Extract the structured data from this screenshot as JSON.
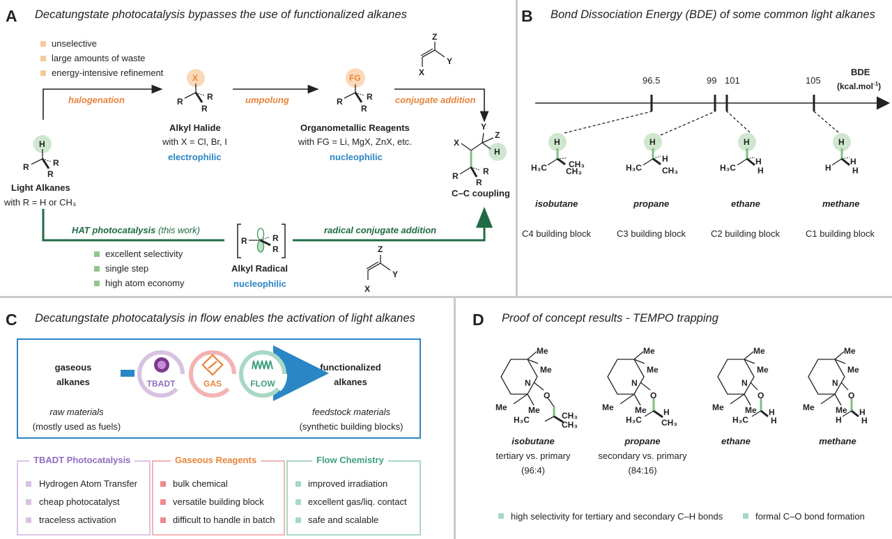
{
  "panel_a": {
    "label": "A",
    "title": "Decatungstate photocatalysis bypasses the use of functionalized alkanes",
    "drawbacks": [
      "unselective",
      "large amounts of waste",
      "energy-intensive refinement"
    ],
    "step_halogenation": "halogenation",
    "step_umpolung": "umpolung",
    "step_conjugate": "conjugate addition",
    "step_hat_bold": "HAT photocatalysis",
    "step_hat_rest": " (this work)",
    "step_radical": "radical conjugate addition",
    "light_alkanes": "Light Alkanes",
    "light_alkanes_sub": "with R = H or CH₃",
    "alkyl_halide": "Alkyl Halide",
    "alkyl_halide_sub": "with X = Cl, Br, I",
    "electrophilic": "electrophilic",
    "organometallic": "Organometallic Reagents",
    "organometallic_sub": "with FG = Li, MgX, ZnX, etc.",
    "nucleophilic": "nucleophilic",
    "alkyl_radical": "Alkyl Radical",
    "radical_nucleophilic": "nucleophilic",
    "cc_coupling": "C–C coupling",
    "advantages": [
      "excellent selectivity",
      "single step",
      "high atom economy"
    ]
  },
  "panel_b": {
    "label": "B",
    "title": "Bond Dissociation Energy (BDE) of some common light alkanes",
    "axis_label": "BDE",
    "axis_unit": "(kcal.mol",
    "axis_unit_sup": "-1",
    "axis_unit_close": ")",
    "ticks": [
      "96.5",
      "99",
      "101",
      "105"
    ],
    "alkanes": [
      {
        "name": "isobutane",
        "block": "C4 building block"
      },
      {
        "name": "propane",
        "block": "C3 building block"
      },
      {
        "name": "ethane",
        "block": "C2 building block"
      },
      {
        "name": "methane",
        "block": "C1 building block"
      }
    ]
  },
  "panel_c": {
    "label": "C",
    "title": "Decatungstate photocatalysis in flow enables the activation of light alkanes",
    "gaseous_1": "gaseous",
    "gaseous_2": "alkanes",
    "raw_materials": "raw materials",
    "raw_materials_sub": "(mostly used as fuels)",
    "functionalized_1": "functionalized",
    "functionalized_2": "alkanes",
    "feedstock": "feedstock materials",
    "feedstock_sub": "(synthetic building blocks)",
    "circle_tbadt": "TBADT",
    "circle_gas": "GAS",
    "circle_flow": "FLOW",
    "boxes": [
      {
        "title": "TBADT Photocatalysis",
        "items": [
          "Hydrogen Atom Transfer",
          "cheap photocatalyst",
          "traceless activation"
        ]
      },
      {
        "title": "Gaseous Reagents",
        "items": [
          "bulk chemical",
          "versatile building block",
          "difficult to handle in batch"
        ]
      },
      {
        "title": "Flow Chemistry",
        "items": [
          "improved irradiation",
          "excellent gas/liq. contact",
          "safe and scalable"
        ]
      }
    ]
  },
  "panel_d": {
    "label": "D",
    "title": "Proof of concept results - TEMPO trapping",
    "results": [
      {
        "name": "isobutane",
        "line1": "tertiary vs. primary",
        "line2": "(96:4)"
      },
      {
        "name": "propane",
        "line1": "secondary vs. primary",
        "line2": "(84:16)"
      },
      {
        "name": "ethane",
        "line1": "",
        "line2": ""
      },
      {
        "name": "methane",
        "line1": "",
        "line2": ""
      }
    ],
    "footnote_1": "high selectivity for tertiary and secondary C–H bonds",
    "footnote_2": "formal C–O bond formation"
  },
  "atoms": {
    "H": "H",
    "R": "R",
    "X": "X",
    "Y": "Y",
    "Z": "Z",
    "FG": "FG",
    "N": "N",
    "O": "O",
    "Me": "Me",
    "CH3": "CH₃",
    "H3C": "H₃C"
  },
  "colors": {
    "orange": "#e8843a",
    "blue": "#2a86c4",
    "green": "#1f6b44",
    "light_green": "#cfe6cf",
    "purple": "#c9a3d6",
    "pink": "#ef8a8a",
    "teal": "#88c8b0"
  }
}
